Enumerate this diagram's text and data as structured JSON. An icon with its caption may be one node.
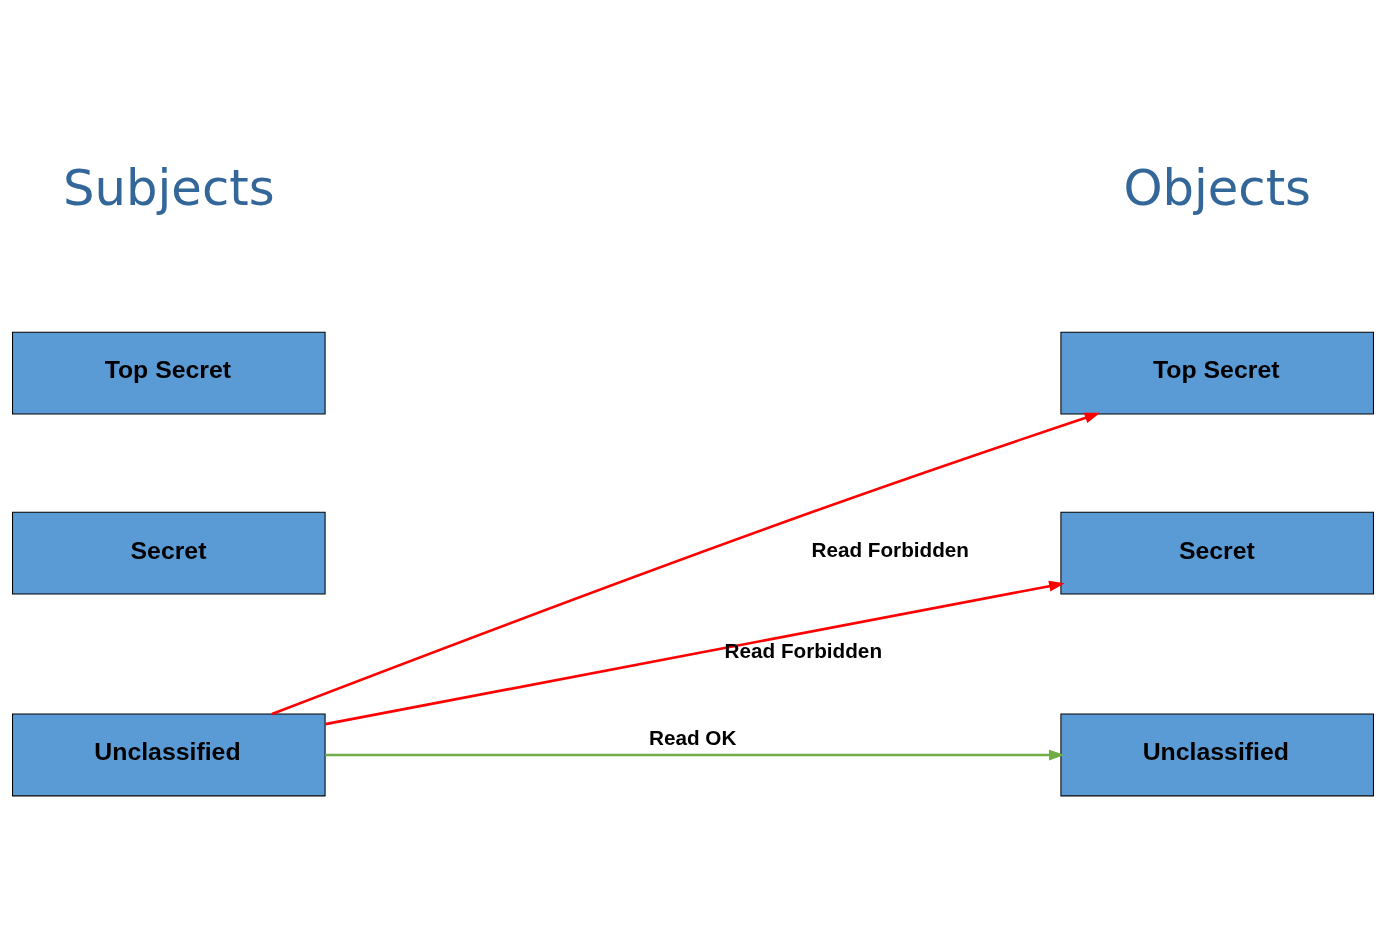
{
  "diagram": {
    "nodes": [
      {
        "text": [
          "Top Secret"
        ]
      },
      {
        "text": [
          "Secret"
        ]
      },
      {
        "text": [
          "Unclassified"
        ]
      },
      {
        "text": [
          "Top Secret"
        ]
      },
      {
        "text": [
          "Secret"
        ]
      },
      {
        "text": [
          "Unclassified"
        ]
      }
    ],
    "edges": [
      {
        "from": 2,
        "to": 3,
        "arrow": "to",
        "label": "Read Forbidden",
        "color": "#ff0000"
      },
      {
        "from": 2,
        "to": 4,
        "arrow": "to",
        "label": "Read Forbidden",
        "color": "#ff0000"
      },
      {
        "from": 2,
        "to": 5,
        "arrow": "to",
        "label": "Read OK",
        "color": "#70ad47"
      }
    ],
    "labels": [
      "Subjects",
      "Objects"
    ]
  }
}
